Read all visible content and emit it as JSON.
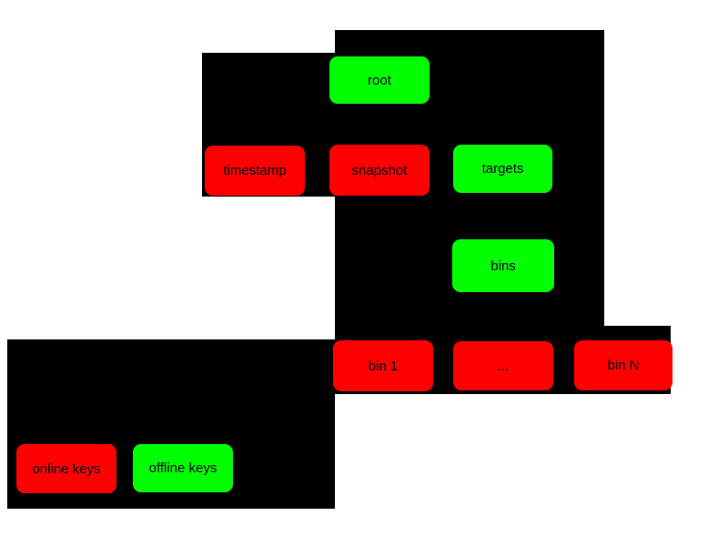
{
  "diagram": {
    "description": "Role hierarchy diagram with colored key boxes on black panels",
    "colors": {
      "red": "#ff0000",
      "green": "#00ff00",
      "panel": "#000000",
      "background": "#ffffff",
      "text": "#000000"
    },
    "nodes": [
      {
        "id": "root",
        "label": "root",
        "color": "green"
      },
      {
        "id": "timestamp",
        "label": "timestamp",
        "color": "red"
      },
      {
        "id": "snapshot",
        "label": "snapshot",
        "color": "red"
      },
      {
        "id": "targets",
        "label": "targets",
        "color": "green"
      },
      {
        "id": "bins",
        "label": "bins",
        "color": "green"
      },
      {
        "id": "bin-1",
        "label": "bin 1",
        "color": "red"
      },
      {
        "id": "bin-ellipsis",
        "label": "...",
        "color": "red"
      },
      {
        "id": "bin-n",
        "label": "bin N",
        "color": "red"
      },
      {
        "id": "online-keys",
        "label": "online keys",
        "color": "red"
      },
      {
        "id": "offline-keys",
        "label": "offline keys",
        "color": "green"
      }
    ]
  }
}
